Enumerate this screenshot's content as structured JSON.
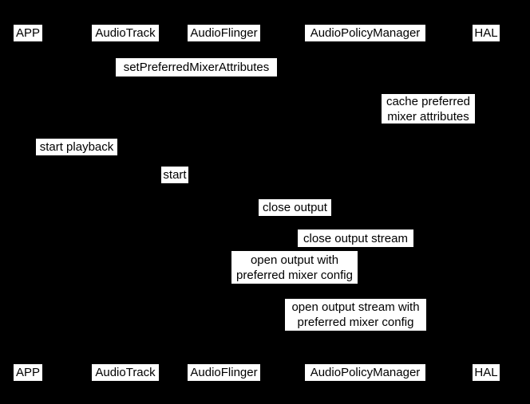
{
  "diagram": {
    "type": "sequence-diagram",
    "colors": {
      "background": "#000000",
      "label_background": "#ffffff",
      "label_text": "#000000"
    },
    "actors": [
      "APP",
      "AudioTrack",
      "AudioFlinger",
      "AudioPolicyManager",
      "HAL"
    ],
    "messages": {
      "set_preferred_mixer_attributes": {
        "label": "setPreferredMixerAttributes"
      },
      "cache_preferred_mixer_attributes": {
        "label": "cache preferred\nmixer attributes"
      },
      "start_playback": {
        "label": "start playback"
      },
      "start": {
        "label": "start"
      },
      "close_output": {
        "label": "close output"
      },
      "close_output_stream": {
        "label": "close output stream"
      },
      "open_output_with_preferred_mixer_config": {
        "label": "open output with\npreferred mixer config"
      },
      "open_output_stream_with_preferred_mixer_config": {
        "label": "open output stream with\npreferred mixer config"
      }
    }
  }
}
